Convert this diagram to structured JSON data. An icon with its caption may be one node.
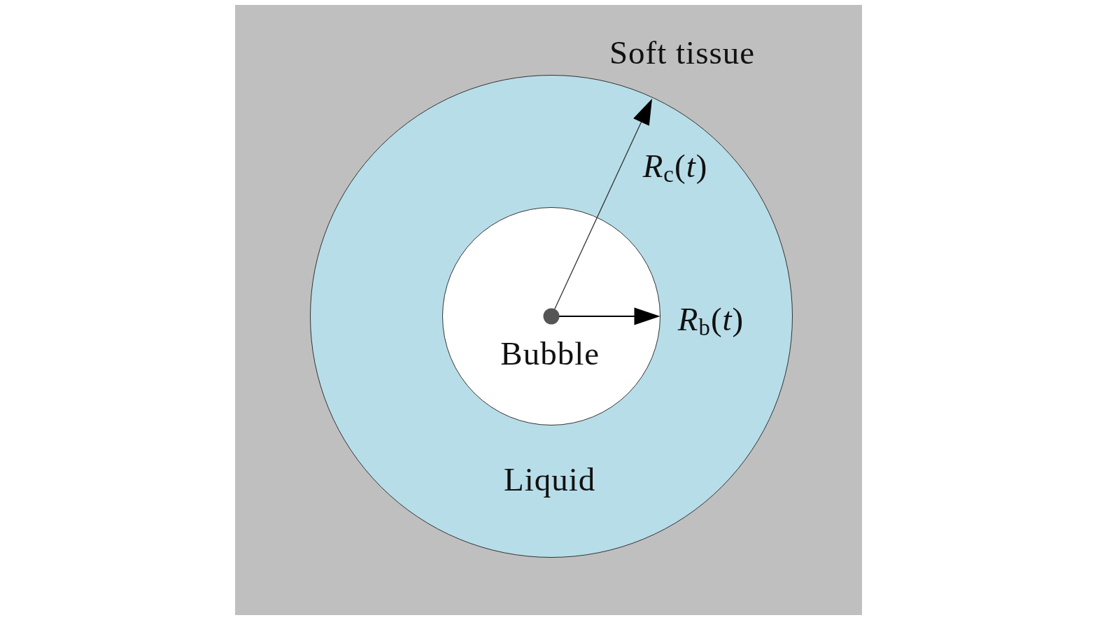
{
  "diagram": {
    "nodes": [
      {
        "text": [
          "Soft tissue"
        ]
      },
      {
        "text": [
          "Liquid"
        ],
        "in": 0
      },
      {
        "text": [
          "Bubble"
        ],
        "in": 1
      }
    ],
    "labels": [
      "*R*$_{c}$(*t*)",
      "*R*$_{b}$(*t*)"
    ]
  }
}
